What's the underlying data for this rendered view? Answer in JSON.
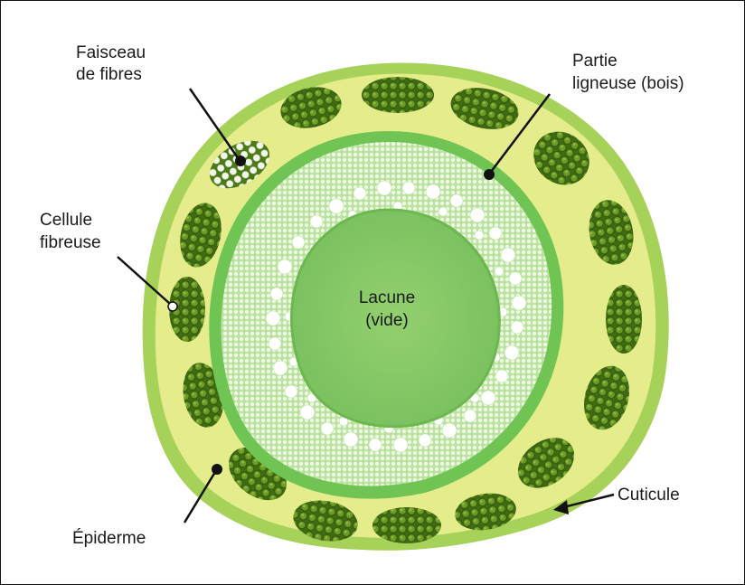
{
  "labels": {
    "faisceau_line1": "Faisceau",
    "faisceau_line2": "de fibres",
    "cellule_line1": "Cellule",
    "cellule_line2": "fibreuse",
    "partie_line1": "Partie",
    "partie_line2": "ligneuse (bois)",
    "lacune_line1": "Lacune",
    "lacune_line2": "(vide)",
    "cuticule": "Cuticule",
    "epiderme": "Épiderme"
  },
  "colors": {
    "cuticle": "#9ccd4e",
    "epidermis": "#e6ec8a",
    "fiber_bundle": "#5b8a1f",
    "fiber_cell": "#4e7d17",
    "wood_ring": "#72c456",
    "wood_cells": "#c9e8b0",
    "lacuna": "#8ccc6c",
    "arrow": "#111111"
  }
}
